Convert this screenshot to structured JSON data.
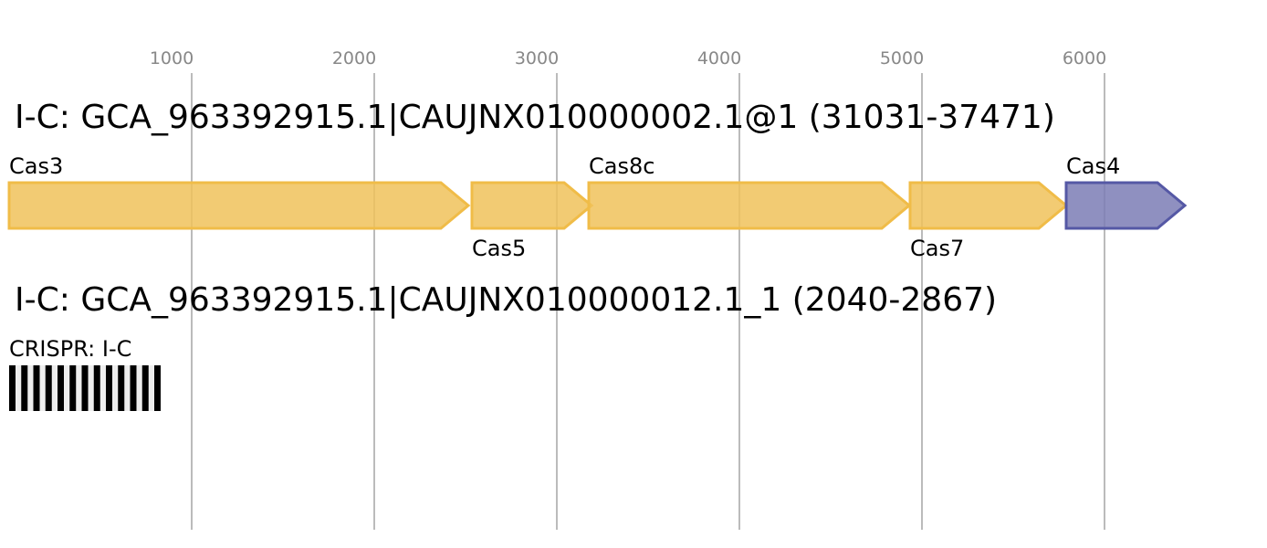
{
  "axis": {
    "ticks": [
      1000,
      2000,
      3000,
      4000,
      5000,
      6000
    ],
    "tick_labels": [
      "1000",
      "2000",
      "3000",
      "4000",
      "5000",
      "6000"
    ]
  },
  "loci": [
    {
      "title": "I-C: GCA_963392915.1|CAUJNX010000002.1@1 (31031-37471)",
      "genes": [
        {
          "name": "Cas3",
          "start": 0,
          "end": 2515,
          "color": "#f0c25a",
          "stroke": "#f0bc48",
          "label_pos": "above"
        },
        {
          "name": "Cas5",
          "start": 2535,
          "end": 3190,
          "color": "#f0c25a",
          "stroke": "#f0bc48",
          "label_pos": "below"
        },
        {
          "name": "Cas8c",
          "start": 3175,
          "end": 4930,
          "color": "#f0c25a",
          "stroke": "#f0bc48",
          "label_pos": "above"
        },
        {
          "name": "Cas7",
          "start": 4935,
          "end": 5790,
          "color": "#f0c25a",
          "stroke": "#f0bc48",
          "label_pos": "below"
        },
        {
          "name": "Cas4",
          "start": 5790,
          "end": 6440,
          "color": "#7b7db5",
          "stroke": "#5558a5",
          "label_pos": "above"
        }
      ]
    },
    {
      "title": "I-C: GCA_963392915.1|CAUJNX010000012.1_1 (2040-2867)",
      "crispr": {
        "label": "CRISPR: I-C",
        "start": 0,
        "end": 830,
        "repeats": 13
      }
    }
  ]
}
